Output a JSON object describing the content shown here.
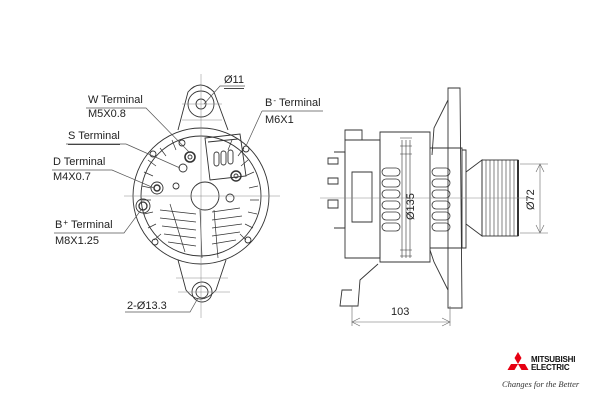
{
  "drawing": {
    "title": "Alternator outline dimensions",
    "front_view": {
      "labels": {
        "mount_hole_top": "Ø11",
        "w_terminal": "W Terminal",
        "w_thread": "M5X0.8",
        "s_terminal": "S Terminal",
        "d_terminal": "D Terminal",
        "d_thread": "M4X0.7",
        "b_plus_prefix": "B",
        "b_plus_sup": "+",
        "b_plus_terminal": "Terminal",
        "b_plus_thread": "M8X1.25",
        "b_minus_prefix": "B",
        "b_minus_sup": "-",
        "b_minus_terminal": "Terminal",
        "b_minus_thread": "M6X1",
        "mount_hole_bottom": "2-Ø13.3"
      }
    },
    "side_view": {
      "labels": {
        "body_diameter": "Ø135",
        "pulley_diameter": "Ø72",
        "mount_length": "103"
      }
    }
  },
  "brand": {
    "name_line1": "MITSUBISHI",
    "name_line2": "ELECTRIC",
    "tagline": "Changes for the Better",
    "color": "#e60012"
  },
  "colors": {
    "line": "#333333",
    "centerline": "#888888"
  }
}
